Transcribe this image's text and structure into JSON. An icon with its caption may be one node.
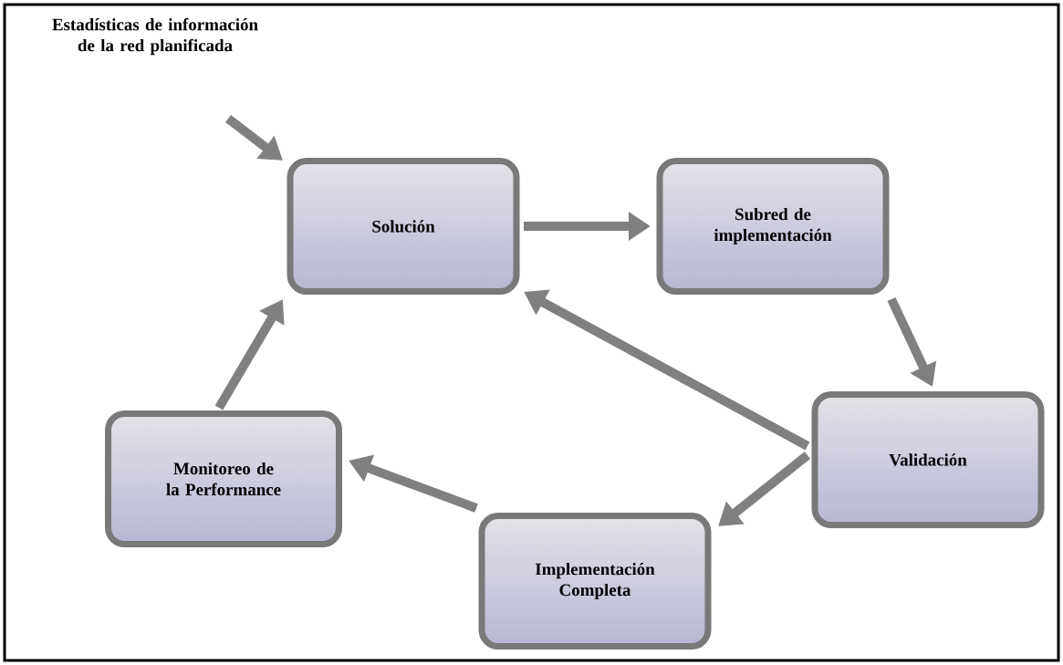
{
  "diagram": {
    "nodes": [
      {
        "text": [
          "Estadísticas de información de la red planificada"
        ]
      },
      {
        "text": [
          "Solución"
        ]
      },
      {
        "text": [
          "Subred de implementación"
        ]
      },
      {
        "text": [
          "Validación"
        ]
      },
      {
        "text": [
          "Implementación Completa"
        ]
      },
      {
        "text": [
          "Monitoreo de la Performance"
        ]
      }
    ],
    "edges": [
      {
        "from": 0,
        "to": 1,
        "arrow": "to"
      },
      {
        "from": 1,
        "to": 2,
        "arrow": "to"
      },
      {
        "from": 2,
        "to": 3,
        "arrow": "to"
      },
      {
        "from": 3,
        "to": 1,
        "arrow": "to"
      },
      {
        "from": 3,
        "to": 4,
        "arrow": "to"
      },
      {
        "from": 4,
        "to": 5,
        "arrow": "to"
      },
      {
        "from": 5,
        "to": 1,
        "arrow": "to"
      }
    ]
  }
}
